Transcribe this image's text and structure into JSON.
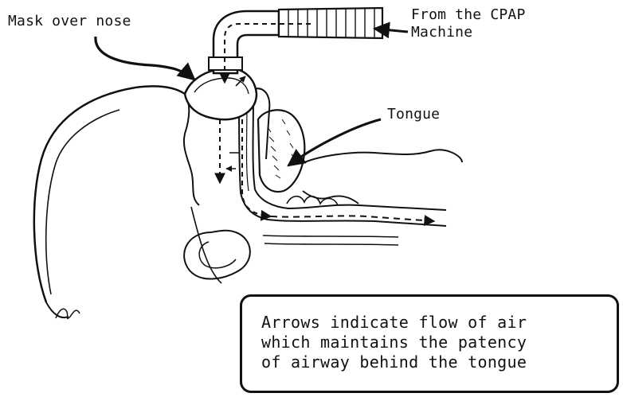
{
  "labels": {
    "mask": "Mask over nose",
    "cpap_line1": "From the CPAP",
    "cpap_line2": "Machine",
    "tongue": "Tongue"
  },
  "note": {
    "line1": "Arrows indicate flow of air",
    "line2": "which maintains the patency",
    "line3": "of airway behind the tongue"
  },
  "colors": {
    "ink": "#111111",
    "background": "#ffffff"
  }
}
